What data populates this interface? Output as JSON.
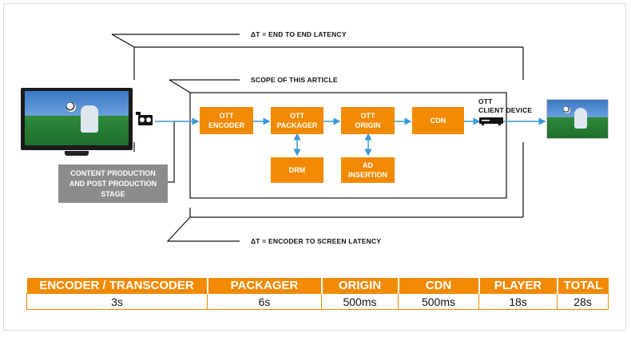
{
  "labels": {
    "end_to_end": "ΔT = END TO END LATENCY",
    "scope": "SCOPE OF THIS ARTICLE",
    "encoder_to_screen": "ΔT = ENCODER TO SCREEN LATENCY",
    "client_device": "OTT\nCLIENT DEVICE"
  },
  "boxes": {
    "encoder": "OTT\nENCODER",
    "packager": "OTT\nPACKAGER",
    "origin": "OTT\nORIGIN",
    "cdn": "CDN",
    "drm": "DRM",
    "ad": "AD\nINSERTION"
  },
  "content_production": "CONTENT PRODUCTION\nAND POST PRODUCTION\nSTAGE",
  "colors": {
    "accent": "#f18a00",
    "arrow": "#3a9ad9",
    "gray": "#8c8c8c"
  },
  "table": {
    "headers": [
      "ENCODER / TRANSCODER",
      "PACKAGER",
      "ORIGIN",
      "CDN",
      "PLAYER",
      "TOTAL"
    ],
    "values": [
      "3s",
      "6s",
      "500ms",
      "500ms",
      "18s",
      "28s"
    ]
  }
}
